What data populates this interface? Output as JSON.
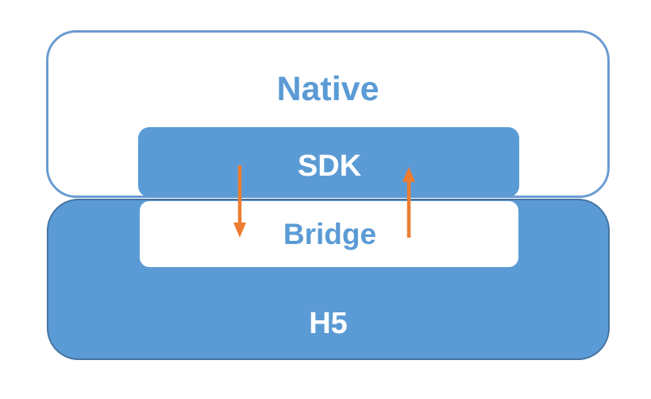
{
  "diagram": {
    "layers": {
      "native": {
        "label": "Native"
      },
      "sdk": {
        "label": "SDK"
      },
      "bridge": {
        "label": "Bridge"
      },
      "h5": {
        "label": "H5"
      }
    },
    "arrows": [
      {
        "name": "sdk-to-bridge",
        "direction": "down"
      },
      {
        "name": "bridge-to-sdk",
        "direction": "up"
      }
    ],
    "colors": {
      "primary_blue": "#5b9bd5",
      "native_stroke": "#6a9bd2",
      "h5_stroke": "#45739f",
      "arrow_orange": "#ed7d31",
      "background": "#ffffff"
    }
  }
}
